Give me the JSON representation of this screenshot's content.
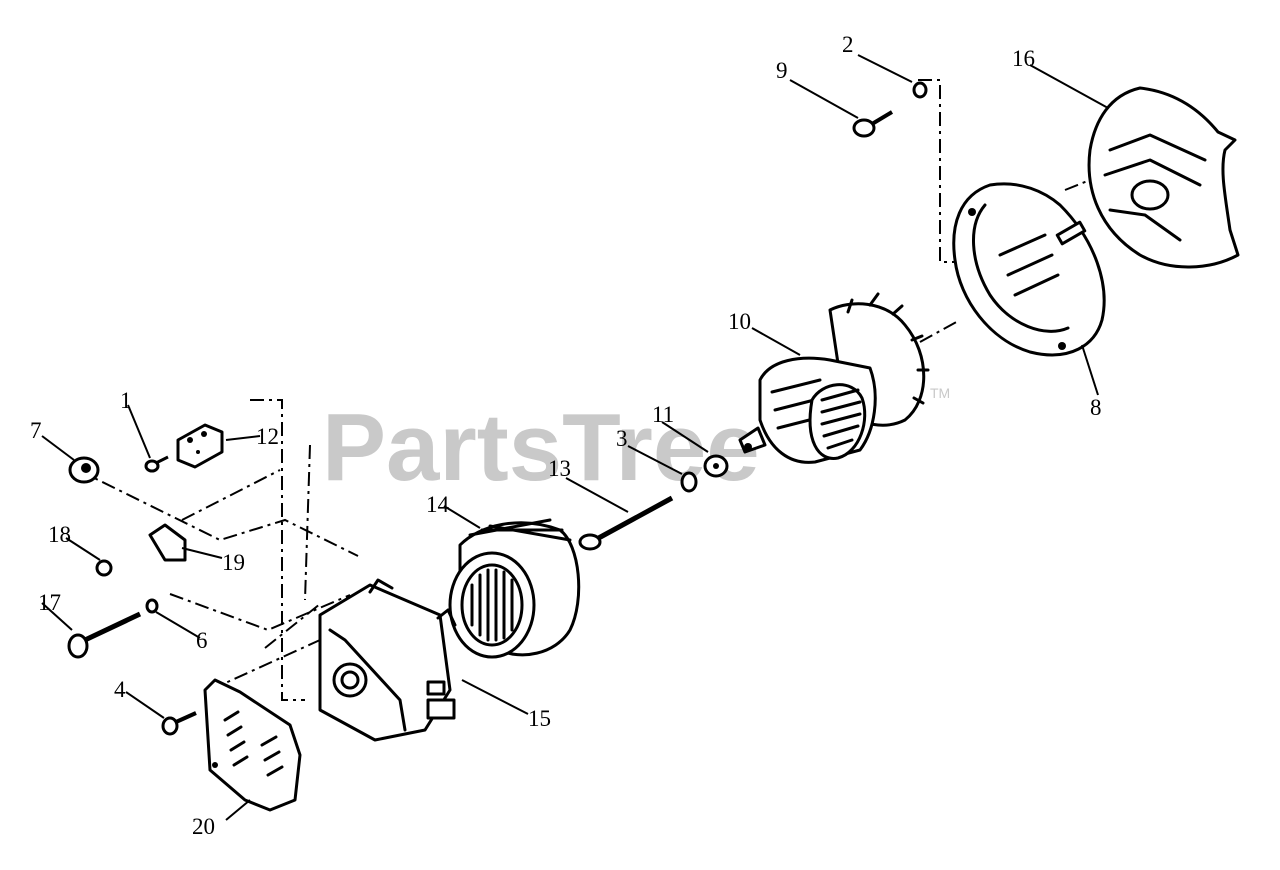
{
  "watermark": {
    "text": "PartsTree",
    "trademark": "TM"
  },
  "callouts": {
    "c1": "1",
    "c2": "2",
    "c3": "3",
    "c4": "4",
    "c6": "6",
    "c7": "7",
    "c8": "8",
    "c9": "9",
    "c10": "10",
    "c11": "11",
    "c12": "12",
    "c13": "13",
    "c14": "14",
    "c15": "15",
    "c16": "16",
    "c17": "17",
    "c18": "18",
    "c19": "19",
    "c20": "20"
  }
}
